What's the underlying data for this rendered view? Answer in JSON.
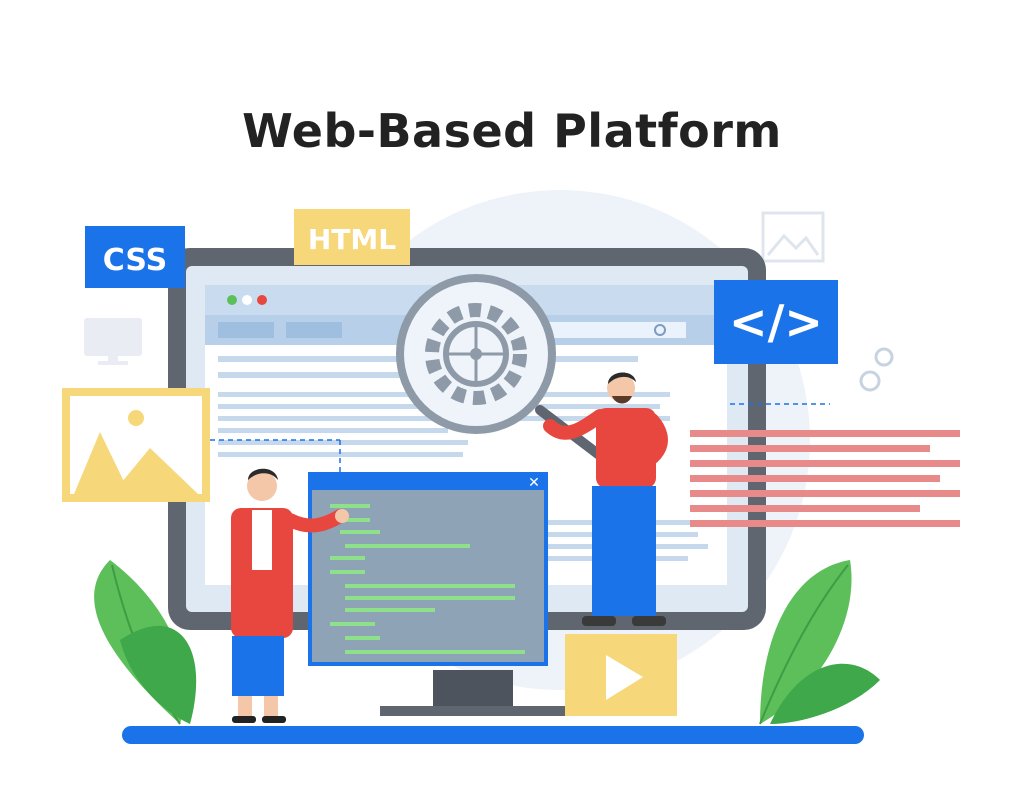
{
  "title": "Web-Based Platform",
  "badges": {
    "css": "CSS",
    "html": "HTML",
    "code": "</>"
  },
  "colors": {
    "blue": "#1a73e8",
    "yellow": "#f6d77a",
    "red": "#e8473f",
    "green": "#5cbf5a",
    "monitor_frame": "#5f6670",
    "screen_bg": "#c9dcef",
    "bg_circle": "#e7eef7"
  },
  "icons": [
    "magnifier-gear-icon",
    "code-brackets-icon",
    "image-icon",
    "play-icon",
    "gear-icon",
    "close-icon",
    "monitor-icon",
    "leaf-icon"
  ]
}
